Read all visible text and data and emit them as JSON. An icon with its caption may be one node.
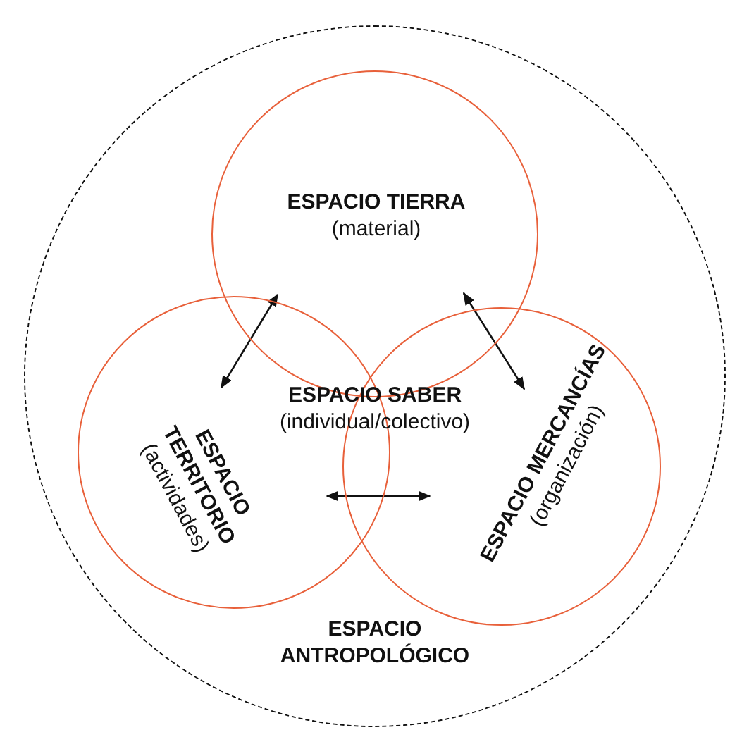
{
  "diagram": {
    "nodes": [
      {
        "text": [
          "ESPACIO ANTROPOLÓGICO"
        ]
      },
      {
        "text": [
          "ESPACIO TIERRA",
          "(material)"
        ],
        "in": 0
      },
      {
        "text": [
          "ESPACIO TERRITORIO",
          "(actividades)"
        ],
        "in": 0
      },
      {
        "text": [
          "ESPACIO MERCANCÍAS",
          "(organización)"
        ],
        "in": 0
      },
      {
        "text": [
          "ESPACIO SABER",
          "(individual/colectivo)"
        ],
        "in": 0
      }
    ],
    "edges": [
      {
        "from": 2,
        "to": 1,
        "arrow": "both"
      },
      {
        "from": 1,
        "to": 3,
        "arrow": "both"
      },
      {
        "from": 2,
        "to": 3,
        "arrow": "both"
      }
    ]
  }
}
